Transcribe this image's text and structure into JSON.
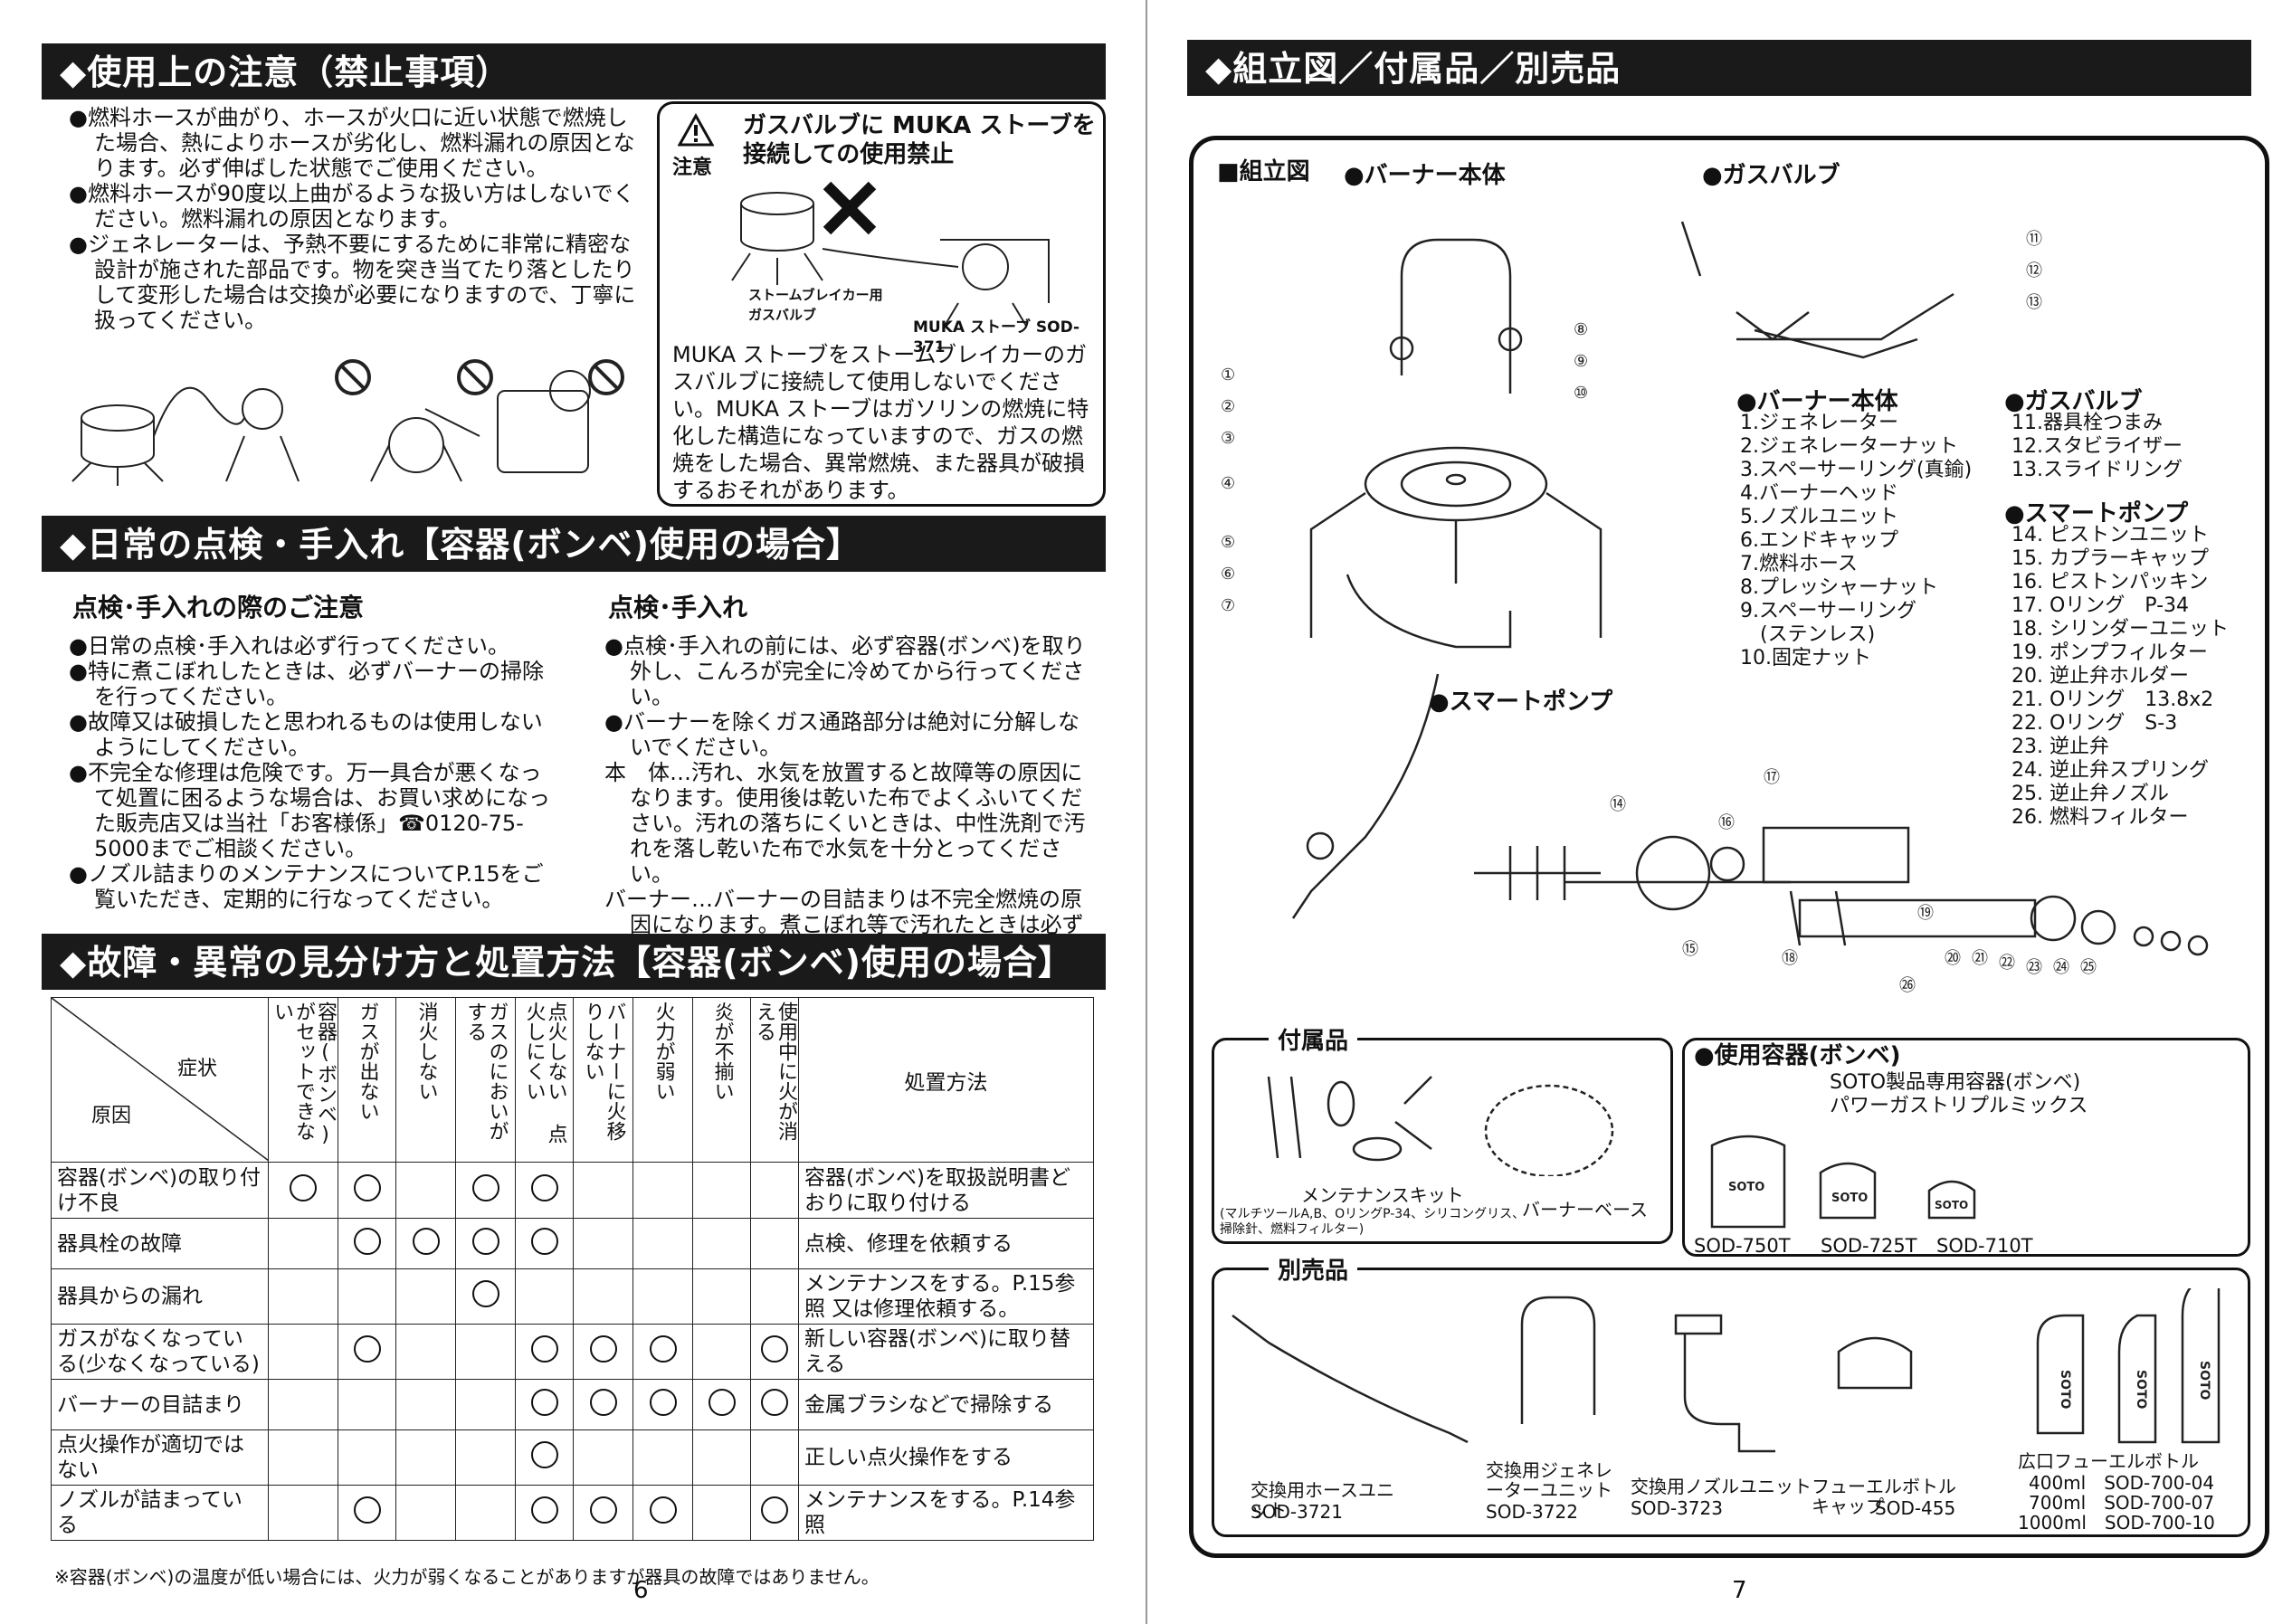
{
  "p6": {
    "sec1": "◆使用上の注意（禁止事項）",
    "bullets1": [
      "●燃料ホースが曲がり、ホースが火口に近い状態で燃焼した場合、熱によりホースが劣化し、燃料漏れの原因となります。必ず伸ばした状態でご使用ください。",
      "●燃料ホースが90度以上曲がるような扱い方はしないでください。燃料漏れの原因となります。",
      "●ジェネレーターは、予熱不要にするために非常に精密な設計が施された部品です。物を突き当てたり落としたりして変形した場合は交換が必要になりますので、丁寧に扱ってください。"
    ],
    "warn": {
      "icon_label": "注意",
      "title": "ガスバルブに MUKA ストーブを接続しての使用禁止",
      "img_cap1": "ストームブレイカー用\nガスバルブ",
      "img_cap2": "MUKA ストーブ SOD-371",
      "body": "MUKA ストーブをストームブレイカーのガスバルブに接続して使用しないでください。MUKA ストーブはガソリンの燃焼に特化した構造になっていますので、ガスの燃焼をした場合、異常燃焼、また器具が破損するおそれがあります。"
    },
    "sec2": "◆日常の点検・手入れ【容器(ボンベ)使用の場合】",
    "sub_left": "点検･手入れの際のご注意",
    "bullets_left": [
      "●日常の点検･手入れは必ず行ってください。",
      "●特に煮こぼれしたときは、必ずバーナーの掃除を行ってください。",
      "●故障又は破損したと思われるものは使用しないようにしてください。",
      "●不完全な修理は危険です。万一具合が悪くなって処置に困るような場合は、お買い求めになった販売店又は当社「お客様係」☎0120-75-5000までご相談ください。",
      "●ノズル詰まりのメンテナンスについてP.15をご覧いただき、定期的に行なってください。"
    ],
    "sub_right": "点検･手入れ",
    "bullets_right": [
      "●点検･手入れの前には、必ず容器(ボンベ)を取り外し、こんろが完全に冷めてから行ってください。",
      "●バーナーを除くガス通路部分は絶対に分解しないでください。",
      "本　体…汚れ、水気を放置すると故障等の原因になります。使用後は乾いた布でよくふいてください。汚れの落ちにくいときは、中性洗剤で汚れを落し乾いた布で水気を十分とってください。",
      "バーナー…バーナーの目詰まりは不完全燃焼の原因になります。煮こぼれ等で汚れたときは必ず掃除してください。"
    ],
    "sec3": "◆故障・異常の見分け方と処置方法【容器(ボンベ)使用の場合】",
    "table": {
      "corner_top": "症状",
      "corner_bottom": "原因",
      "symptoms": [
        "容器(ボンベ)がセットできない",
        "ガスが出ない",
        "消火しない",
        "ガスのにおいがする",
        "点火しない 点火しにくい",
        "バーナーに火移りしない",
        "火力が弱い",
        "炎が不揃い",
        "使用中に火が消える"
      ],
      "action_header": "処置方法",
      "rows": [
        {
          "cause": "容器(ボンベ)の取り付け不良",
          "marks": [
            1,
            1,
            0,
            1,
            1,
            0,
            0,
            0,
            0
          ],
          "action": "容器(ボンベ)を取扱説明書どおりに取り付ける"
        },
        {
          "cause": "器具栓の故障",
          "marks": [
            0,
            1,
            1,
            1,
            1,
            0,
            0,
            0,
            0
          ],
          "action": "点検、修理を依頼する"
        },
        {
          "cause": "器具からの漏れ",
          "marks": [
            0,
            0,
            0,
            1,
            0,
            0,
            0,
            0,
            0
          ],
          "action": "メンテナンスをする。P.15参照 又は修理依頼する。"
        },
        {
          "cause": "ガスがなくなっている(少なくなっている)",
          "marks": [
            0,
            1,
            0,
            0,
            1,
            1,
            1,
            0,
            1
          ],
          "action": "新しい容器(ボンベ)に取り替える"
        },
        {
          "cause": "バーナーの目詰まり",
          "marks": [
            0,
            0,
            0,
            0,
            1,
            1,
            1,
            1,
            1
          ],
          "action": "金属ブラシなどで掃除する"
        },
        {
          "cause": "点火操作が適切ではない",
          "marks": [
            0,
            0,
            0,
            0,
            1,
            0,
            0,
            0,
            0
          ],
          "action": "正しい点火操作をする"
        },
        {
          "cause": "ノズルが詰まっている",
          "marks": [
            0,
            1,
            0,
            0,
            1,
            1,
            1,
            0,
            1
          ],
          "action": "メンテナンスをする。P.14参照"
        }
      ]
    },
    "footnote": "※容器(ボンベ)の温度が低い場合には、火力が弱くなることがありますが器具の故障ではありません。",
    "page_no": "6"
  },
  "p7": {
    "sec": "◆組立図／付属品／別売品",
    "asm_label": "■組立図",
    "burner_label": "●バーナー本体",
    "valve_label": "●ガスバルブ",
    "pump_label": "●スマートポンプ",
    "burner_parts": [
      "1.ジェネレーター",
      "2.ジェネレーターナット",
      "3.スペーサーリング(真鍮)",
      "4.バーナーヘッド",
      "5.ノズルユニット",
      "6.エンドキャップ",
      "7.燃料ホース",
      "8.プレッシャーナット",
      "9.スペーサーリング",
      "　(ステンレス)",
      "10.固定ナット"
    ],
    "valve_parts": [
      "11.器具栓つまみ",
      "12.スタビライザー",
      "13.スライドリング"
    ],
    "pump_parts": [
      "14. ピストンユニット",
      "15. カプラーキャップ",
      "16. ピストンパッキン",
      "17. Oリング　P-34",
      "18. シリンダーユニット",
      "19. ポンプフィルター",
      "20. 逆止弁ホルダー",
      "21. Oリング　13.8x2",
      "22. Oリング　S-3",
      "23. 逆止弁",
      "24. 逆止弁スプリング",
      "25. 逆止弁ノズル",
      "26. 燃料フィルター"
    ],
    "acc_label": "付属品",
    "acc_kit": "メンテナンスキット",
    "acc_kit_note": "(マルチツールA,B、OリングP-34、シリコングリス、\n掃除針、燃料フィルター)",
    "acc_base": "バーナーベース",
    "can_label": "●使用容器(ボンベ)",
    "can_desc1": "SOTO製品専用容器(ボンベ)",
    "can_desc2": "パワーガストリプルミックス",
    "cans": [
      "SOD-750T",
      "SOD-725T",
      "SOD-710T"
    ],
    "can_brand": "SOTO",
    "opt_label": "別売品",
    "opts": [
      {
        "name": "交換用ホースユニット",
        "code": "SOD-3721"
      },
      {
        "name": "交換用ジェネレーターユニット",
        "code": "SOD-3722"
      },
      {
        "name": "交換用ノズルユニット",
        "code": "SOD-3723"
      },
      {
        "name": "フューエルボトルキャップ",
        "code": "SOD-455"
      }
    ],
    "bottle_title": "広口フューエルボトル",
    "bottles": [
      "400ml　SOD-700-04",
      "700ml　SOD-700-07",
      "1000ml　SOD-700-10"
    ],
    "page_no": "7"
  }
}
